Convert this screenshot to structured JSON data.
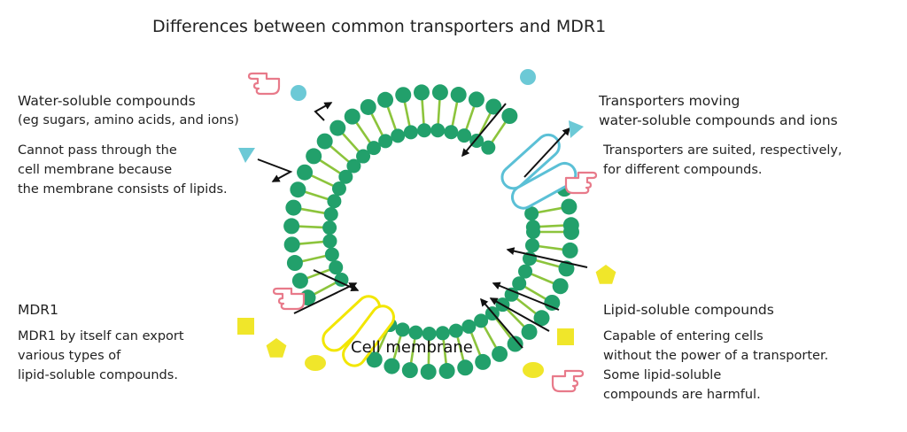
{
  "title": "Differences between common transporters and MDR1",
  "membrane_label": "Cell membrane",
  "water_soluble": {
    "heading": "Water-soluble compounds",
    "subheading": " (eg sugars, amino acids, and ions)",
    "description": [
      "Cannot pass through the",
      "cell membrane because",
      "the membrane consists of lipids."
    ]
  },
  "transporters": {
    "heading": [
      "Transporters moving",
      "water-soluble compounds and ions"
    ],
    "description": [
      "Transporters are suited, respectively,",
      "for different compounds."
    ]
  },
  "mdr1": {
    "heading": "MDR1",
    "description": [
      "MDR1 by itself can export",
      "various types of",
      "lipid-soluble compounds."
    ]
  },
  "lipid_soluble": {
    "heading": "Lipid-soluble compounds",
    "description": [
      "Capable of entering cells",
      "without the power of a transporter.",
      "Some lipid-soluble",
      "compounds are harmful."
    ]
  },
  "colors": {
    "lipid_head": "#22a06b",
    "lipid_tail": "#8cc43c",
    "transporter": "#5bc0d6",
    "mdr1": "#f2e600",
    "water_compound": "#6cc9d6",
    "lipid_compound": "#f0e62a",
    "hand_icon": "#e87a8a",
    "arrow": "#111111"
  },
  "icons": [
    "hand-pointer-icon"
  ]
}
